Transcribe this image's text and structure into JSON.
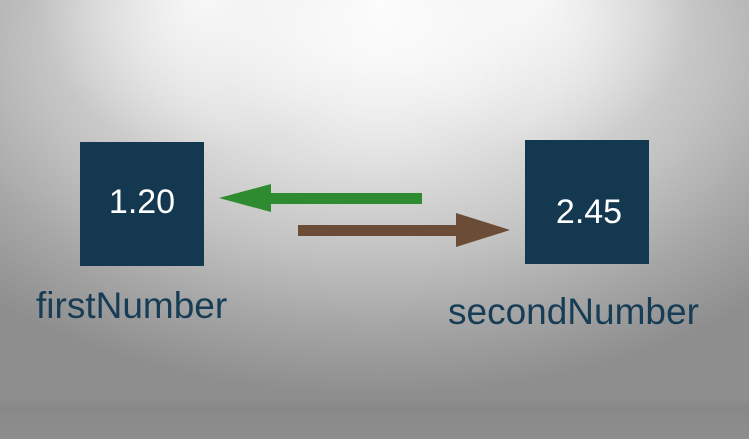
{
  "diagram": {
    "variables": [
      {
        "name": "firstNumber",
        "value": "1.20"
      },
      {
        "name": "secondNumber",
        "value": "2.45"
      }
    ],
    "arrows": [
      {
        "from": "secondNumber",
        "to": "firstNumber",
        "direction": "left",
        "color": "#2e8b30"
      },
      {
        "from": "firstNumber",
        "to": "secondNumber",
        "direction": "right",
        "color": "#6b4c36"
      }
    ]
  },
  "colors": {
    "box_fill": "#13384f",
    "box_text": "#ffffff",
    "label_text": "#163d55",
    "arrow_green": "#2e8b30",
    "arrow_brown": "#6b4c36"
  }
}
